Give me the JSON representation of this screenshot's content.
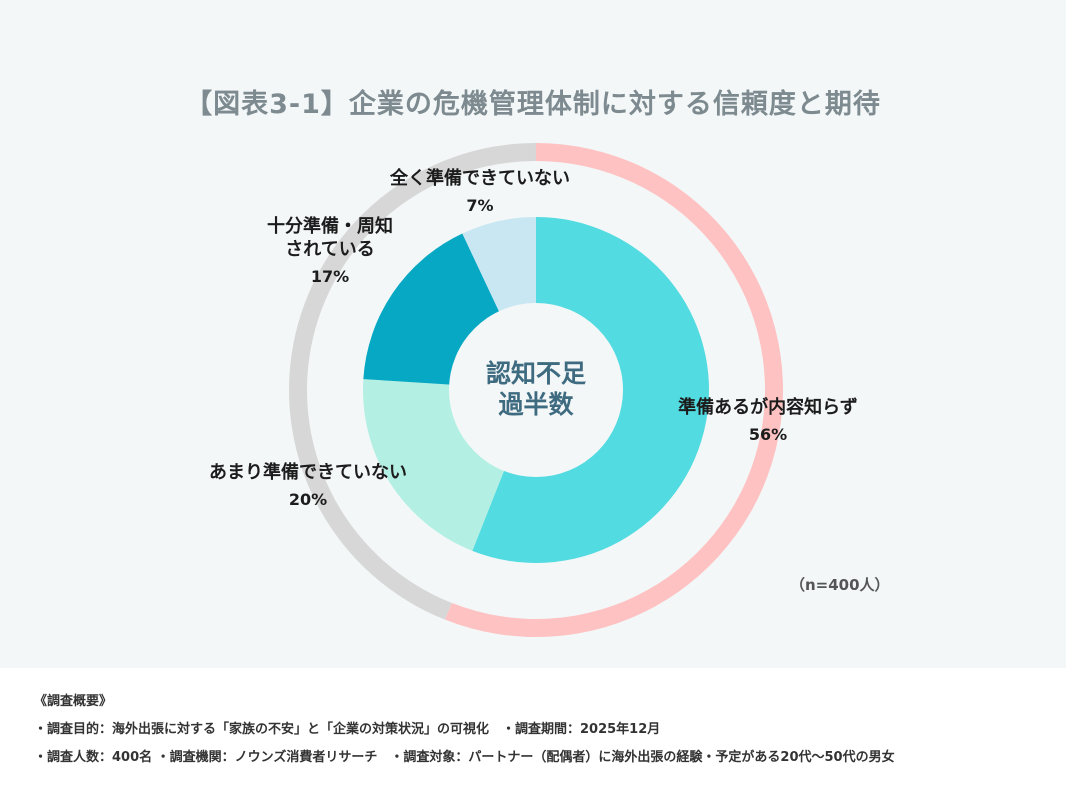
{
  "title": "【図表3-1】企業の危機管理体制に対する信頼度と期待",
  "center_label": {
    "line1": "認知不足",
    "line2": "過半数"
  },
  "sample_size": "（n=400人）",
  "labels": {
    "none": {
      "line1": "全く準備できていない",
      "pct": "7%"
    },
    "full": {
      "line1": "十分準備・周知",
      "line2": "されている",
      "pct": "17%"
    },
    "unaware": {
      "line1": "準備あるが内容知らず",
      "pct": "56%"
    },
    "little": {
      "line1": "あまり準備できていない",
      "pct": "20%"
    }
  },
  "notes": {
    "heading": "《調査概要》",
    "line1": "・調査目的：海外出張に対する「家族の不安」と「企業の対策状況」の可視化　・調査期間：2025年12月",
    "line2": "・調査人数：400名 ・調査機関：ノウンズ消費者リサーチ　・調査対象：パートナー（配偶者）に海外出張の経験・予定がある20代〜50代の男女"
  },
  "colors": {
    "unaware": "#52dbe0",
    "little": "#b3f0e3",
    "full": "#06a8c3",
    "none": "#c9e7f2",
    "outer_highlight": "#ffc2c2",
    "outer_rest": "#d7d7d7"
  },
  "chart_data": {
    "type": "pie",
    "title": "【図表3-1】企業の危機管理体制に対する信頼度と期待",
    "subtitle": "（n=400人）",
    "center_text": "認知不足 過半数",
    "categories": [
      "準備あるが内容知らず",
      "あまり準備できていない",
      "十分準備・周知されている",
      "全く準備できていない"
    ],
    "values": [
      56,
      20,
      17,
      7
    ],
    "unit": "%",
    "outer_ring": {
      "highlight": {
        "label": "準備あるが内容知らず",
        "value": 56
      },
      "rest": {
        "value": 44
      }
    },
    "start_angle": "12 o'clock",
    "direction": "clockwise"
  }
}
